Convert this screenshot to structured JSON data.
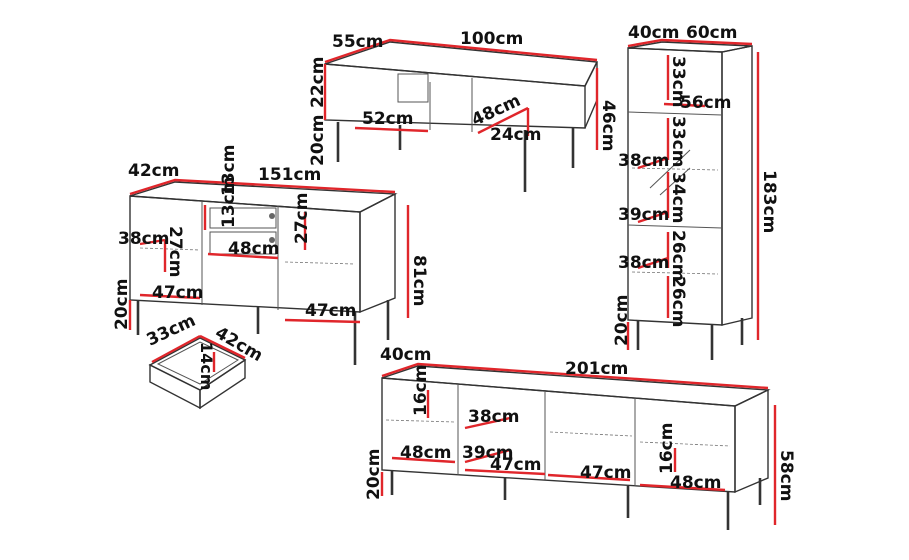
{
  "colors": {
    "dimension_line": "#e0262b",
    "outline": "#333333",
    "label": "#111111"
  },
  "coffee_table": {
    "depth": "55cm",
    "width": "100cm",
    "body_height": "22cm",
    "leg_height": "20cm",
    "shelf_width": "52cm",
    "niche_depth": "48cm",
    "niche_height": "24cm",
    "total_height": "46cm"
  },
  "sideboard": {
    "depth": "42cm",
    "width": "151cm",
    "drawer_height_top": "13cm",
    "drawer_height_second": "13cm",
    "left_shelf_depth": "38cm",
    "left_compartment_height": "27cm",
    "right_compartment_height": "27cm",
    "drawer_width": "48cm",
    "left_width": "47cm",
    "right_width": "47cm",
    "leg_height": "20cm",
    "total_height": "81cm"
  },
  "drawer_detail": {
    "width": "33cm",
    "depth": "42cm",
    "height": "14cm"
  },
  "tall_cabinet": {
    "depth": "40cm",
    "width": "60cm",
    "top_height": "33cm",
    "shelf_width": "56cm",
    "second_height": "33cm",
    "glass_shelf_depth": "38cm",
    "third_height": "34cm",
    "lower_shelf_depth": "39cm",
    "fourth_height": "26cm",
    "bottom_shelf_depth": "38cm",
    "fifth_height": "26cm",
    "leg_height": "20cm",
    "total_height": "183cm"
  },
  "tv_stand": {
    "depth": "40cm",
    "width": "201cm",
    "top_height": "16cm",
    "shelf_depth_upper": "38cm",
    "shelf_depth_lower": "39cm",
    "left_width": "48cm",
    "second_width": "47cm",
    "third_width": "47cm",
    "right_width": "48cm",
    "right_height": "16cm",
    "leg_height": "20cm",
    "total_height": "58cm"
  }
}
